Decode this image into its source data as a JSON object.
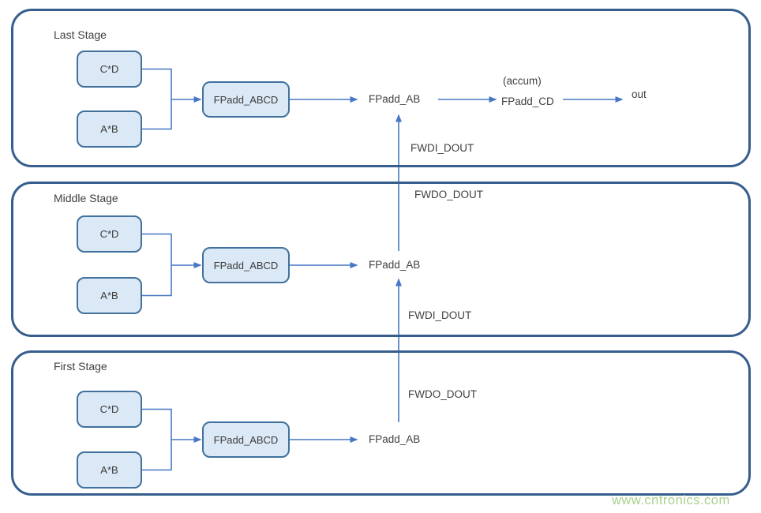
{
  "stages": [
    {
      "label": "Last Stage",
      "mul_top": "C*D",
      "mul_bottom": "A*B",
      "adder": "FPadd_ABCD",
      "adder_out": "FPadd_AB"
    },
    {
      "label": "Middle Stage",
      "mul_top": "C*D",
      "mul_bottom": "A*B",
      "adder": "FPadd_ABCD",
      "adder_out": "FPadd_AB"
    },
    {
      "label": "First Stage",
      "mul_top": "C*D",
      "mul_bottom": "A*B",
      "adder": "FPadd_ABCD",
      "adder_out": "FPadd_AB"
    }
  ],
  "accum_chain": {
    "note": "(accum)",
    "adder": "FPadd_CD",
    "output": "out"
  },
  "links": [
    {
      "from": "middle",
      "to": "last",
      "fwdo_label": "FWDO_DOUT",
      "fwdi_label": "FWDI_DOUT"
    },
    {
      "from": "first",
      "to": "middle",
      "fwdo_label": "FWDO_DOUT",
      "fwdi_label": "FWDI_DOUT"
    }
  ],
  "watermark": "www.cntronics.com",
  "colors": {
    "stage_border": "#365d8d",
    "box_border": "#41719c",
    "box_fill": "#dbe8f5",
    "wire": "#4777c4",
    "text": "#404040",
    "watermark": "#a9d18e"
  }
}
